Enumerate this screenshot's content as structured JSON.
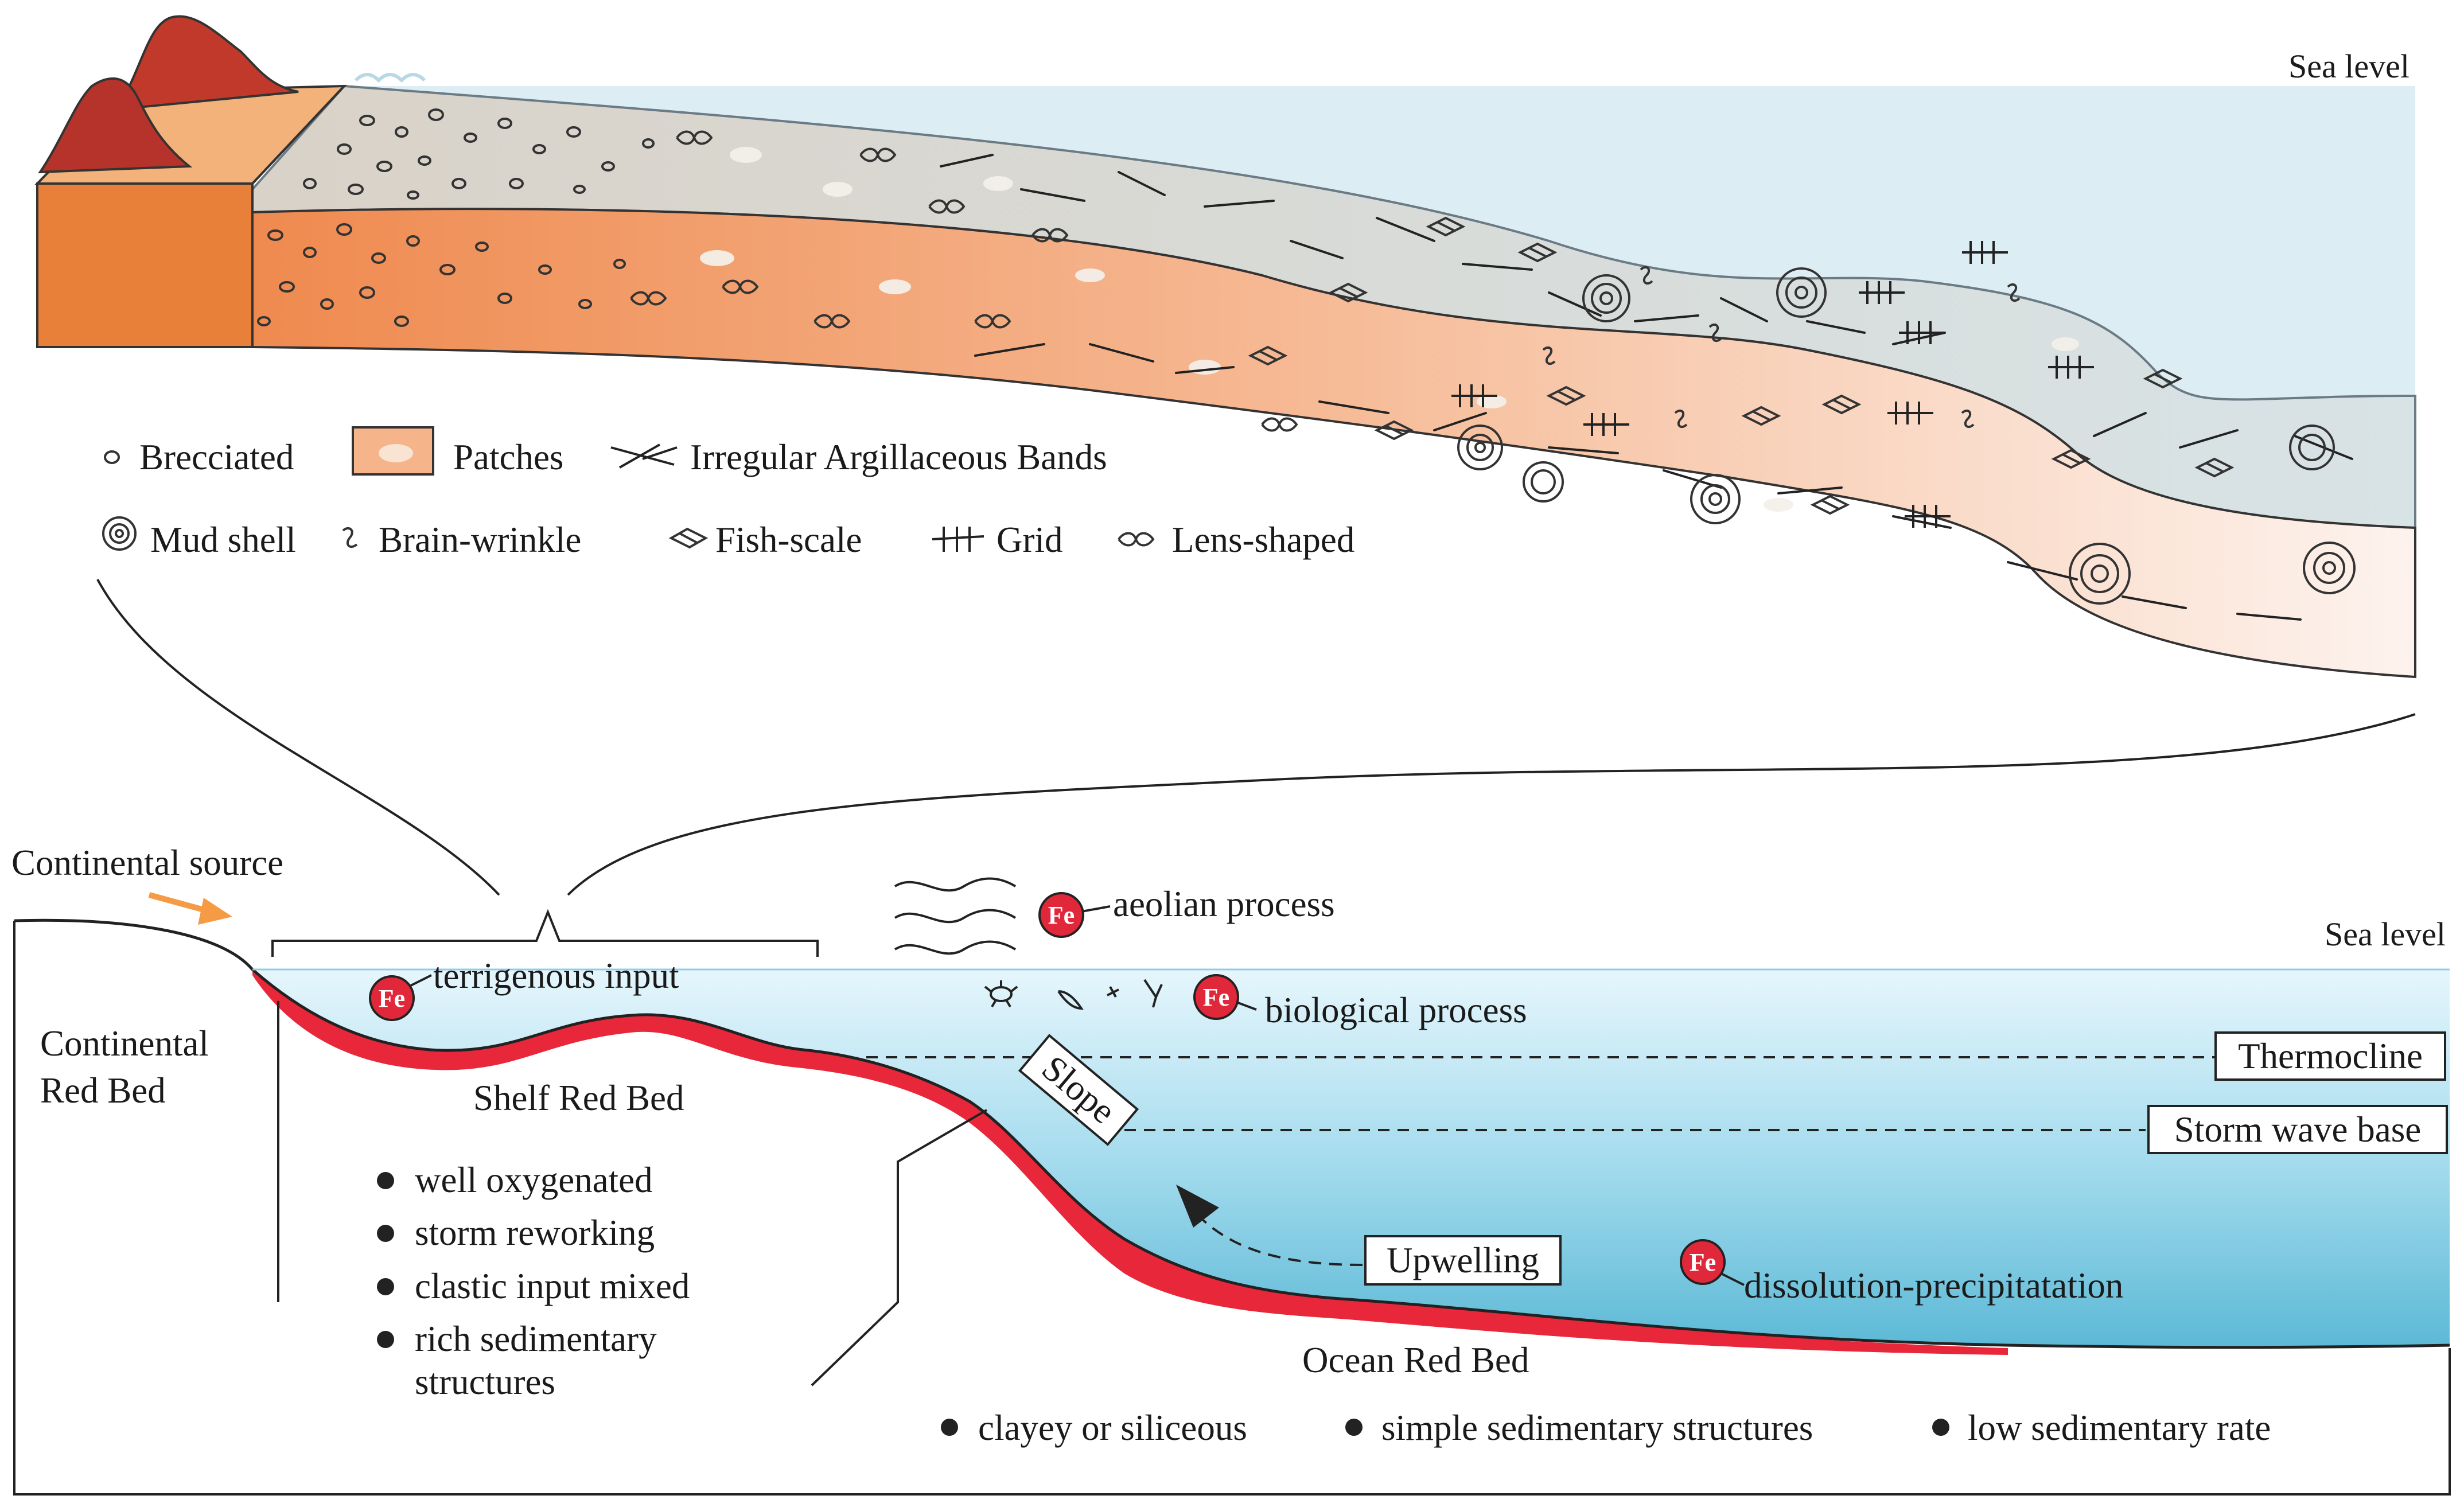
{
  "upper": {
    "sea_level": "Sea level",
    "legend": [
      {
        "label": "Brecciated",
        "icon": "brecciated-icon"
      },
      {
        "label": "Patches",
        "icon": "patches-icon"
      },
      {
        "label": "Irregular Argillaceous Bands",
        "icon": "argillaceous-bands-icon"
      },
      {
        "label": "Mud shell",
        "icon": "mud-shell-icon"
      },
      {
        "label": "Brain-wrinkle",
        "icon": "brain-wrinkle-icon"
      },
      {
        "label": "Fish-scale",
        "icon": "fish-scale-icon"
      },
      {
        "label": "Grid",
        "icon": "grid-icon"
      },
      {
        "label": "Lens-shaped",
        "icon": "lens-shaped-icon"
      }
    ]
  },
  "lower": {
    "continental_source": "Continental source",
    "sea_level": "Sea level",
    "fe_symbol": "Fe",
    "processes": {
      "aeolian": "aeolian process",
      "terrigenous": "terrigenous input",
      "biological": "biological process",
      "dissolution": "dissolution-precipitatation"
    },
    "boxes": {
      "thermocline": "Thermocline",
      "storm_wave_base": "Storm wave base",
      "slope": "Slope",
      "upwelling": "Upwelling"
    },
    "continental_red_bed": [
      "Continental",
      "Red Bed"
    ],
    "shelf_red_bed": {
      "title": "Shelf Red Bed",
      "bullets": [
        "well oxygenated",
        "storm reworking",
        "clastic input mixed",
        "rich sedimentary",
        "structures"
      ]
    },
    "ocean_red_bed": {
      "title": "Ocean Red Bed",
      "bullets": [
        "clayey or siliceous",
        "simple sedimentary structures",
        "low sedimentary rate"
      ]
    }
  },
  "colors": {
    "sea_light": "#dcedf4",
    "shelf_top": "#d8d3cc",
    "shelf_orange": "#f2a27a",
    "continent": "#e8803a",
    "volcano": "#c0392b",
    "red_bed": "#e8283a",
    "fe_circle": "#e0283a",
    "ocean_deep": "#6fc3dc",
    "arrow_orange": "#f59a45"
  }
}
